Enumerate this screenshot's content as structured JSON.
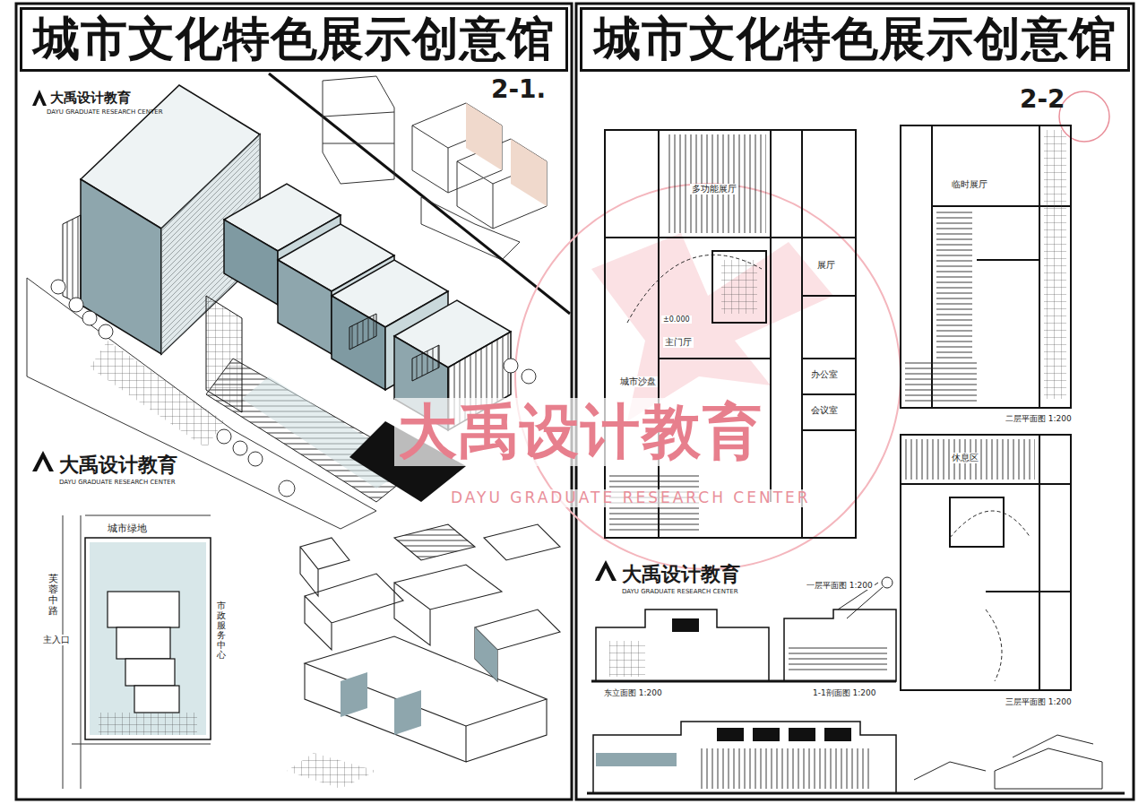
{
  "diagram": {
    "nodes": [
      {
        "text": [
          "城市文化特色展示创意馆"
        ]
      },
      {
        "text": [
          "城市文化特色展示创意馆"
        ]
      }
    ],
    "labels": [
      "2-1.",
      "2-2",
      "大禹设计教育",
      "DAYU GRADUATE RESEARCH CENTER",
      "大禹设计教育",
      "DAYU GRADUATE RESEARCH CENTER",
      "大禹设计教育",
      "DAYU GRADUATE RESEARCH CENTER",
      "大禹设计教育",
      "DAYU GRADUATE RESEARCH CENTER",
      "城市绿地",
      "芙蓉中路",
      "主入口",
      "市政服务中心",
      "一层平面图 1:200",
      "二层平面图 1:200",
      "三层平面图 1:200",
      "东立面图 1:200",
      "1-1剖面图 1:200",
      "多功能展厅",
      "主门厅",
      "城市沙盘",
      "办公室",
      "会议室",
      "展厅",
      "±0.000",
      "临时展厅",
      "休息区"
    ]
  }
}
